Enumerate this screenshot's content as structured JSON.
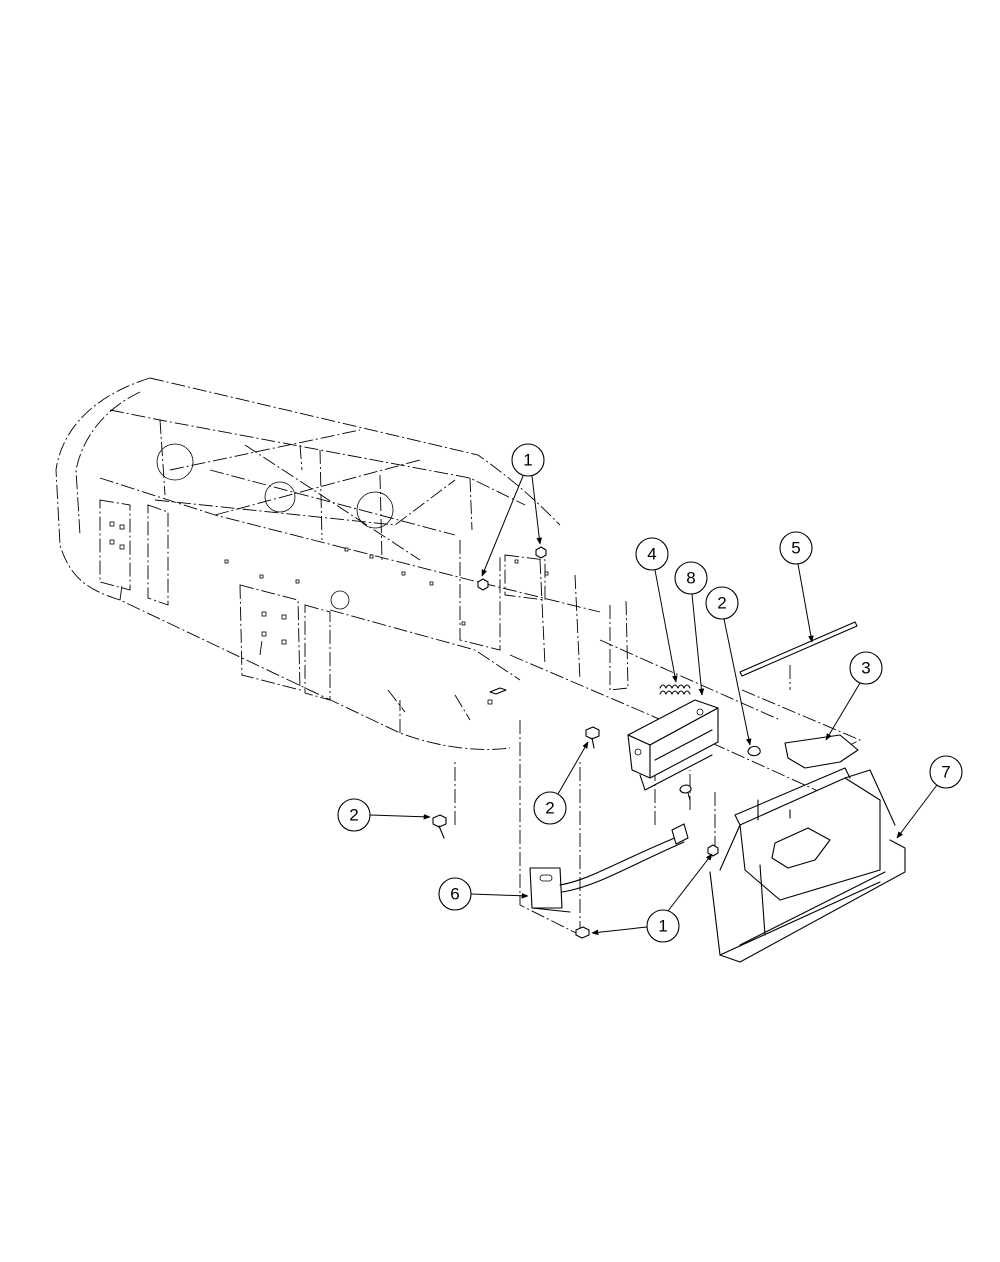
{
  "callouts": [
    {
      "id": "c1a",
      "label": "1"
    },
    {
      "id": "c2a",
      "label": "2"
    },
    {
      "id": "c2b",
      "label": "2"
    },
    {
      "id": "c2c",
      "label": "2"
    },
    {
      "id": "c3",
      "label": "3"
    },
    {
      "id": "c4",
      "label": "4"
    },
    {
      "id": "c5",
      "label": "5"
    },
    {
      "id": "c6",
      "label": "6"
    },
    {
      "id": "c7",
      "label": "7"
    },
    {
      "id": "c8",
      "label": "8"
    },
    {
      "id": "c1b",
      "label": "1"
    }
  ]
}
